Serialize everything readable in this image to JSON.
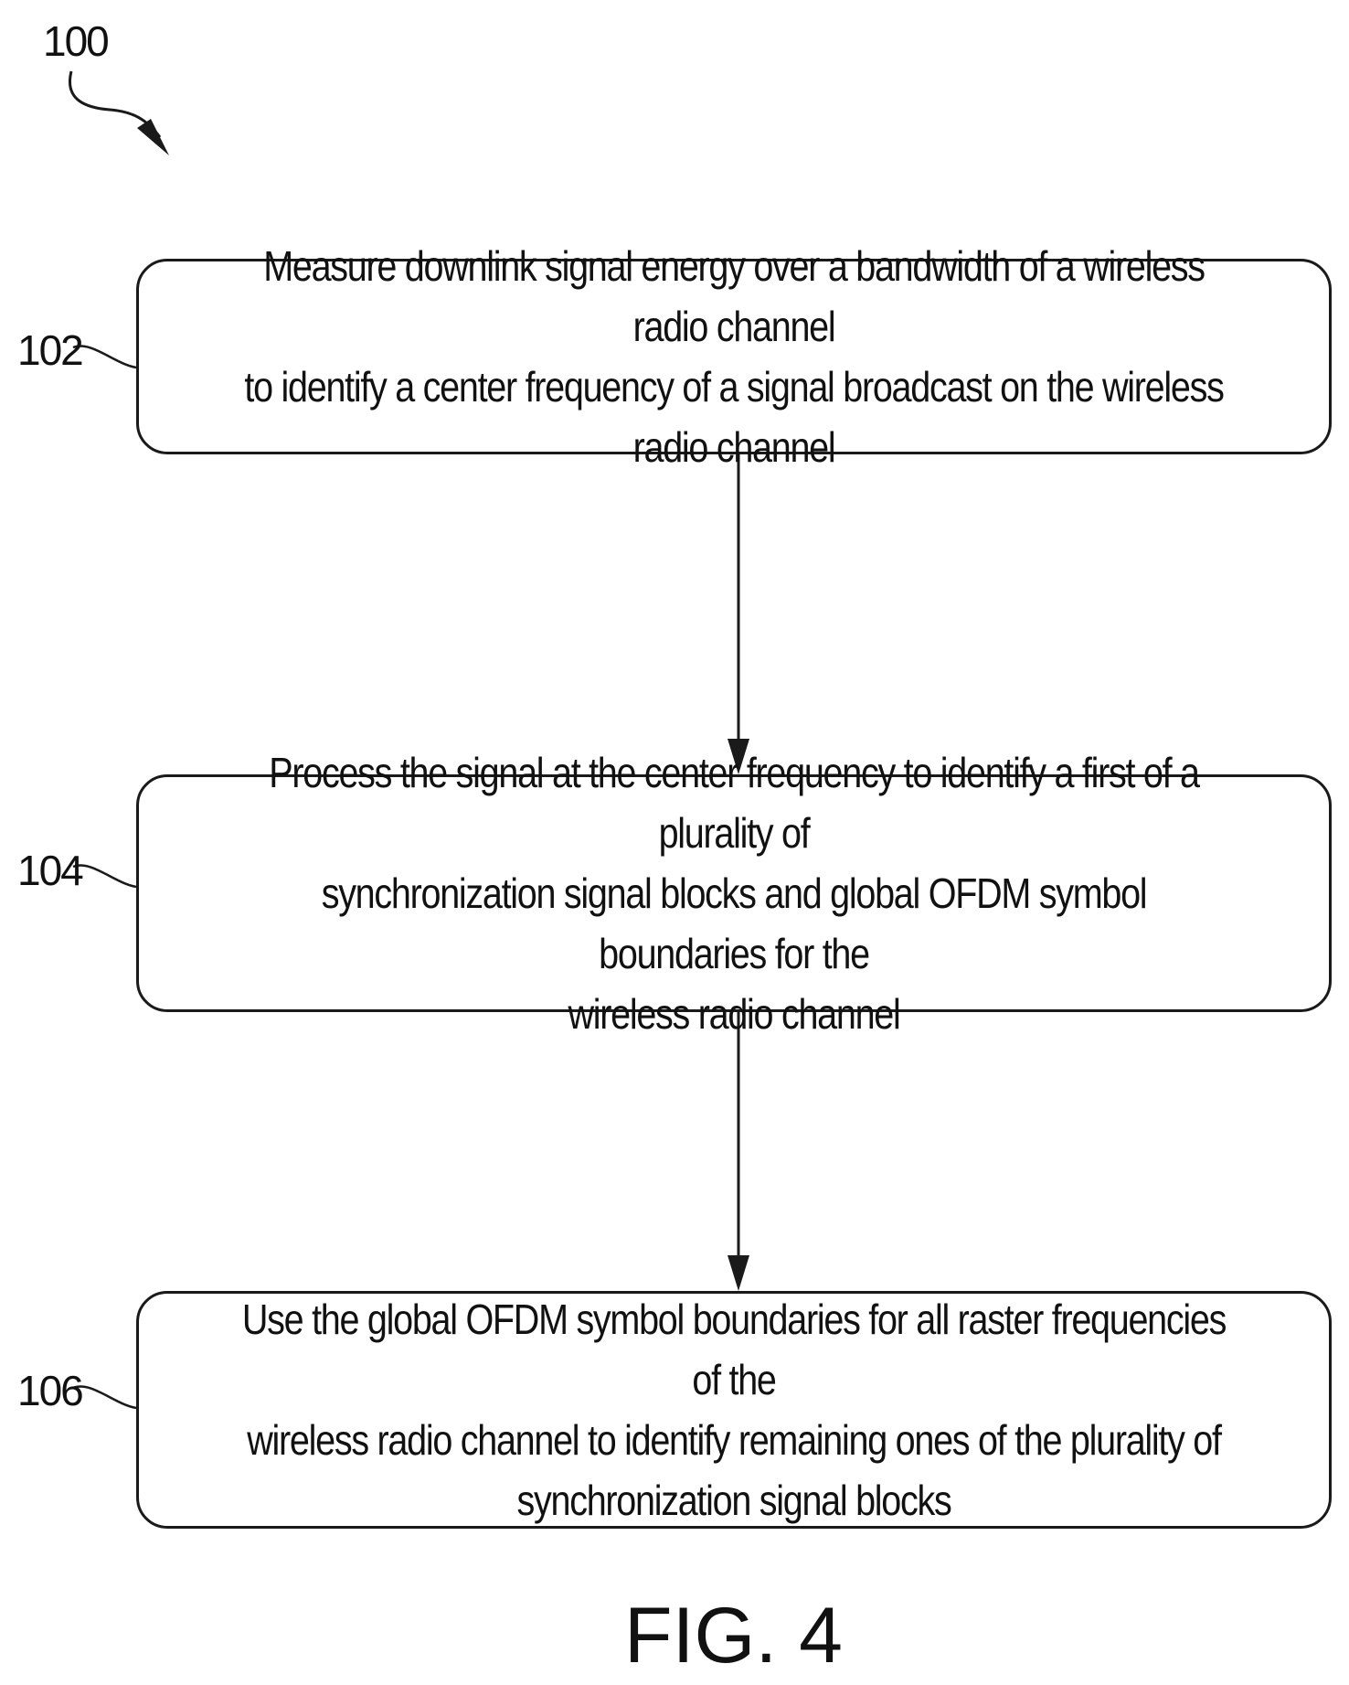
{
  "figure": {
    "number_label": "100",
    "caption": "FIG. 4"
  },
  "steps": [
    {
      "ref": "102",
      "text": "Measure downlink signal energy over a bandwidth of a wireless radio channel\nto identify a center frequency of a signal broadcast on the wireless radio channel"
    },
    {
      "ref": "104",
      "text": "Process the signal at the center frequency to identify a first of a plurality of\nsynchronization signal blocks and global OFDM symbol boundaries for the\nwireless radio channel"
    },
    {
      "ref": "106",
      "text": "Use the global OFDM symbol boundaries for all raster frequencies of the\nwireless radio channel to identify remaining ones of the plurality of\nsynchronization signal blocks"
    }
  ],
  "colors": {
    "line": "#1a1a1a",
    "text": "#111111",
    "background": "#ffffff"
  }
}
